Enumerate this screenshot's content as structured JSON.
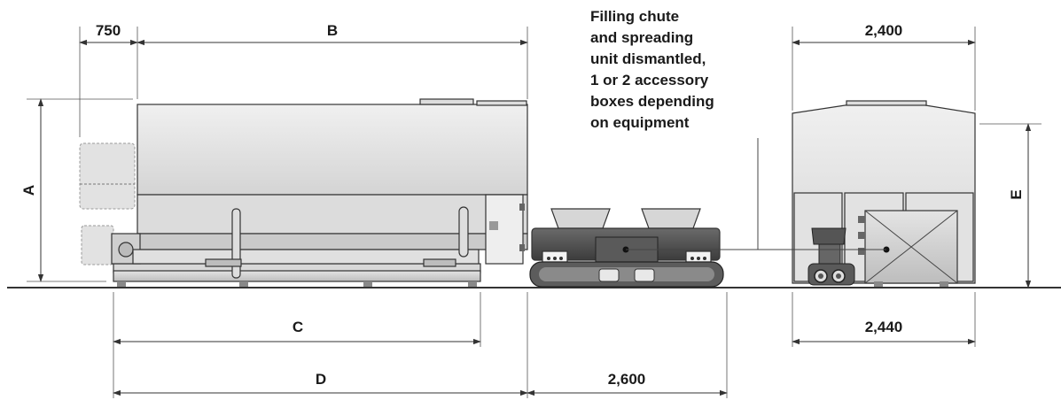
{
  "dimensions": {
    "d750": "750",
    "dB": "B",
    "dA": "A",
    "dC": "C",
    "dD": "D",
    "d2600": "2,600",
    "d2400": "2,400",
    "d2440": "2,440",
    "dE": "E"
  },
  "note": {
    "lines": [
      "Filling chute",
      "and spreading",
      "unit dismantled,",
      "1 or 2 accessory",
      "boxes depending",
      "on equipment"
    ]
  },
  "colors": {
    "body_light": "#e6e6e6",
    "body_mid": "#cfcfcf",
    "dark": "#4a4a4a",
    "line": "#333333"
  }
}
